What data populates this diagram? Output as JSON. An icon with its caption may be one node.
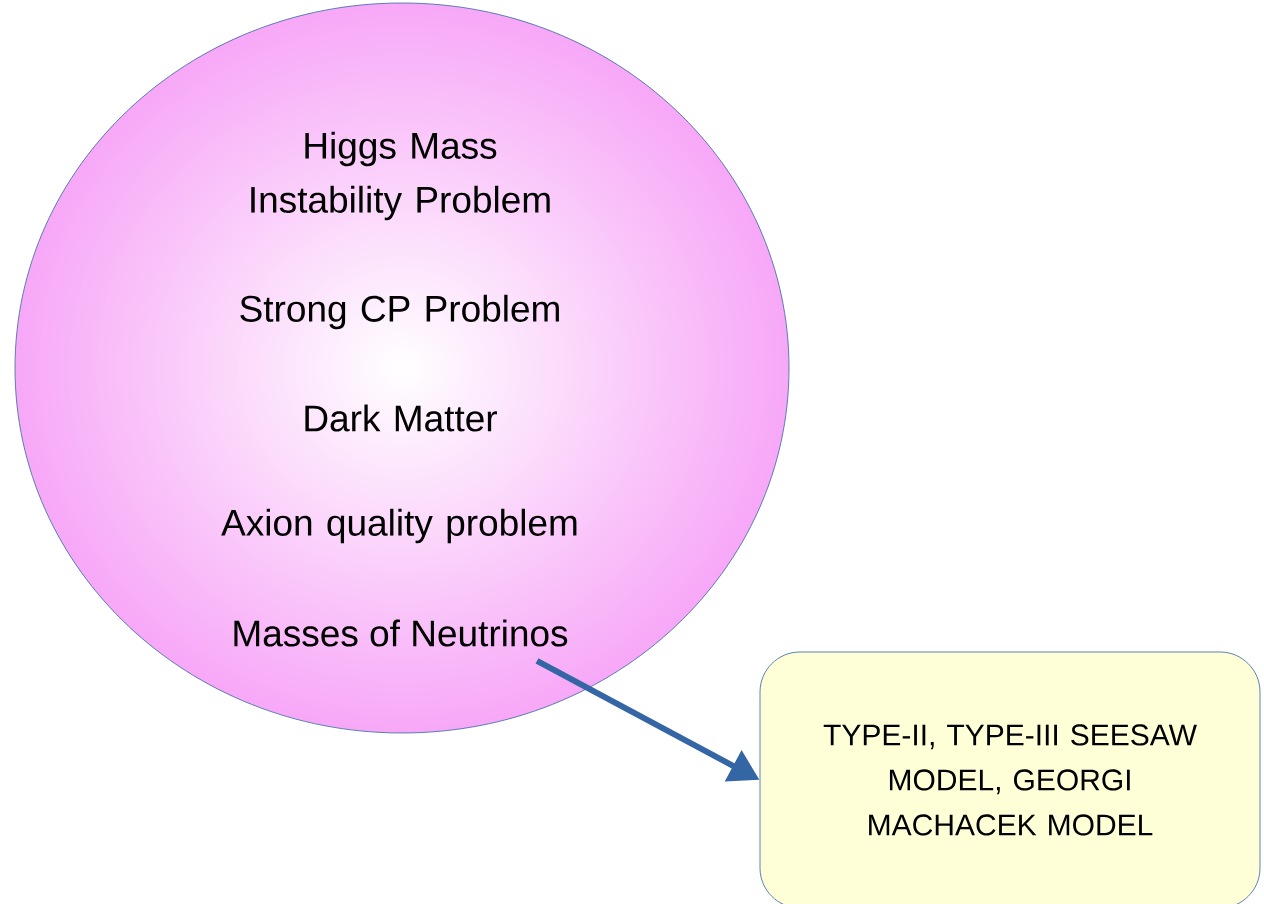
{
  "diagram": {
    "nodes": [
      {
        "text": [
          "Higgs Mass Instability Problem",
          "Strong CP Problem",
          "Dark Matter",
          "Axion quality problem"
        ]
      },
      {
        "text": [
          "Masses of Neutrinos"
        ],
        "in": 0
      },
      {
        "text": [
          "TYPE-II, TYPE-III SEESAW MODEL, GEORGI MACHACEK MODEL"
        ]
      }
    ],
    "edges": [
      {
        "from": 1,
        "to": 2,
        "arrow": "to"
      }
    ]
  }
}
